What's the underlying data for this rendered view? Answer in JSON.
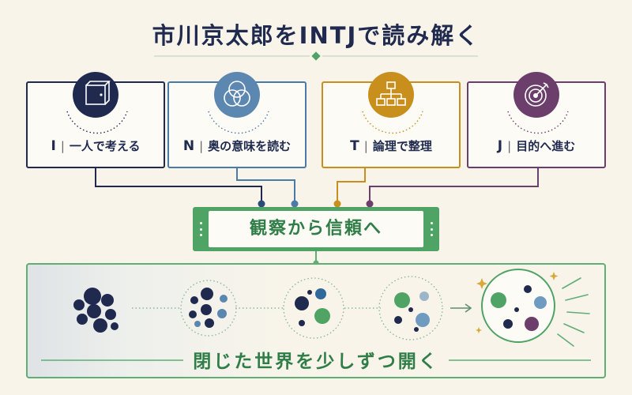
{
  "title": "市川京太郎をINTJで読み解く",
  "cards": [
    {
      "letter": "I",
      "label": "一人で考える",
      "color": "#1f2a4e",
      "icon": "cube-icon",
      "name": "card-introversion"
    },
    {
      "letter": "N",
      "label": "奥の意味を読む",
      "color": "#4a7aa8",
      "icon": "venn-icon",
      "name": "card-intuition"
    },
    {
      "letter": "T",
      "label": "論理で整理",
      "color": "#c98f1d",
      "icon": "hierarchy-icon",
      "name": "card-thinking"
    },
    {
      "letter": "J",
      "label": "目的へ進む",
      "color": "#6b3e6b",
      "icon": "target-icon",
      "name": "card-judging"
    }
  ],
  "separator": "|",
  "hub": {
    "label": "観察から信頼へ",
    "color": "#4fa365"
  },
  "panel": {
    "caption": "閉じた世界を少しずつ開く"
  },
  "colors": {
    "navy": "#1f2a4e",
    "blue": "#4a7aa8",
    "gold": "#c98f1d",
    "plum": "#6b3e6b",
    "green": "#4fa365",
    "background": "#f8f4ea"
  }
}
